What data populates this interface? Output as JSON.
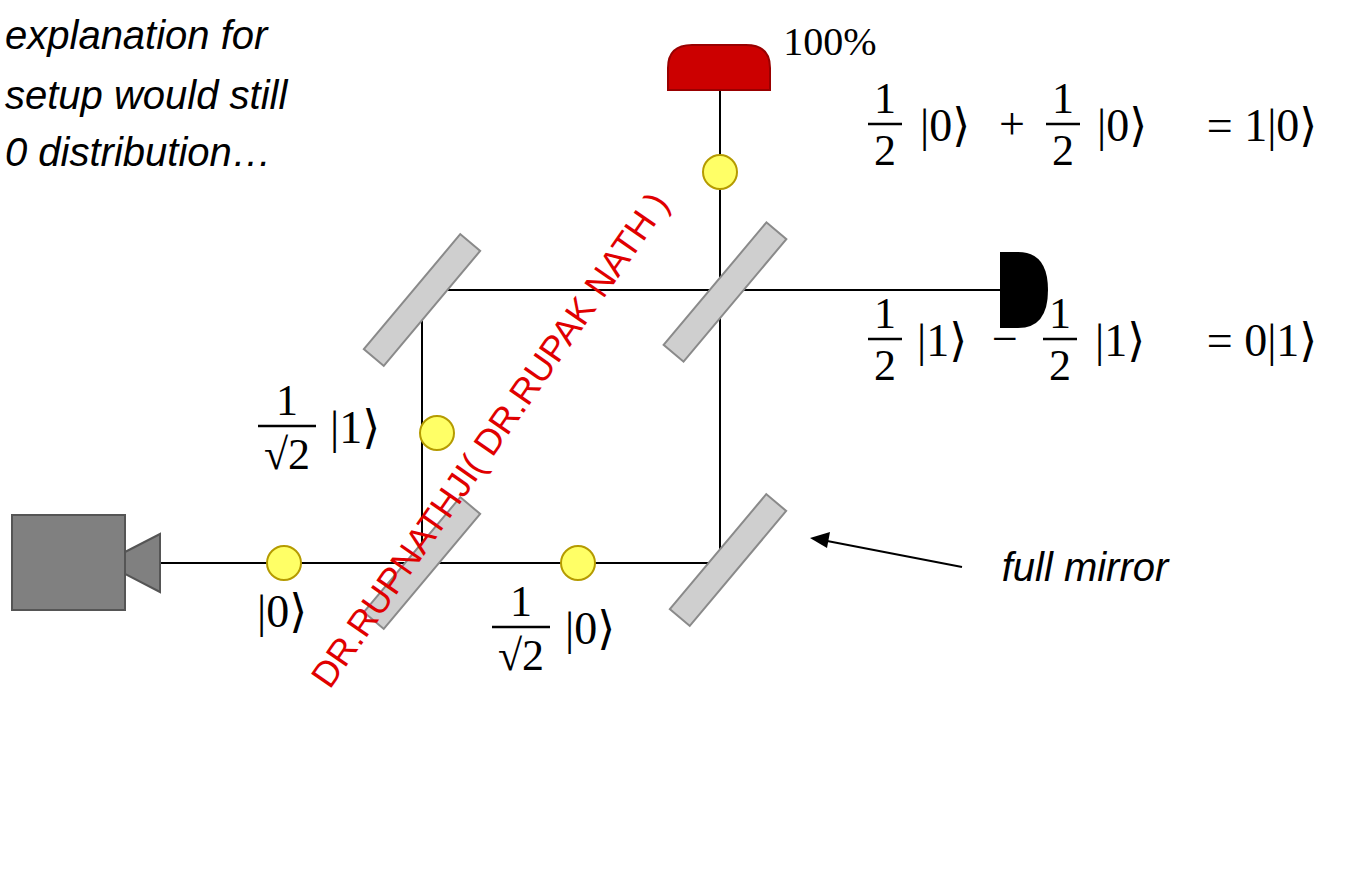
{
  "diagram": {
    "labels": [
      "explanation for",
      "setup would still",
      "0 distribution…",
      "100%",
      "1",
      "2",
      "|0⟩",
      "+",
      "1",
      "2",
      "|0⟩",
      "= 1|0⟩",
      "1",
      "2",
      "|1⟩",
      "−",
      "1",
      "2",
      "|1⟩",
      "= 0|1⟩",
      "1",
      "√2",
      "|1⟩",
      "1",
      "√2",
      "|0⟩",
      "|0⟩",
      "full mirror",
      "DR.RUPNATHJI( DR.RUPAK NATH )"
    ]
  }
}
